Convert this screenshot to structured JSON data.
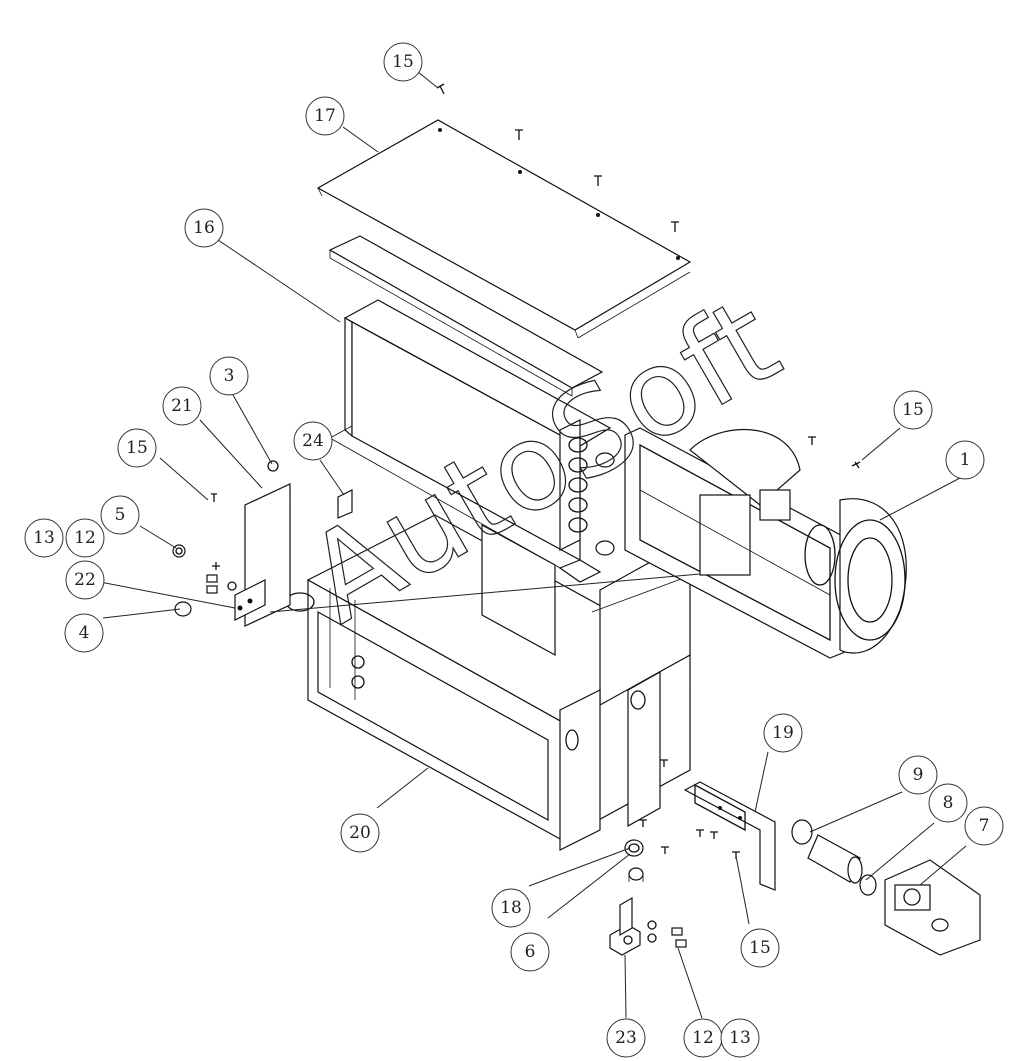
{
  "watermark": "AutoSoft",
  "callouts": [
    {
      "id": "c15a",
      "label": "15"
    },
    {
      "id": "c17",
      "label": "17"
    },
    {
      "id": "c16",
      "label": "16"
    },
    {
      "id": "c3",
      "label": "3"
    },
    {
      "id": "c21",
      "label": "21"
    },
    {
      "id": "c15b",
      "label": "15"
    },
    {
      "id": "c24",
      "label": "24"
    },
    {
      "id": "c15c",
      "label": "15"
    },
    {
      "id": "c1",
      "label": "1"
    },
    {
      "id": "c5",
      "label": "5"
    },
    {
      "id": "c13a",
      "label": "13"
    },
    {
      "id": "c12a",
      "label": "12"
    },
    {
      "id": "c22",
      "label": "22"
    },
    {
      "id": "c4",
      "label": "4"
    },
    {
      "id": "c19",
      "label": "19"
    },
    {
      "id": "c9",
      "label": "9"
    },
    {
      "id": "c8",
      "label": "8"
    },
    {
      "id": "c7",
      "label": "7"
    },
    {
      "id": "c20",
      "label": "20"
    },
    {
      "id": "c18",
      "label": "18"
    },
    {
      "id": "c6",
      "label": "6"
    },
    {
      "id": "c15d",
      "label": "15"
    },
    {
      "id": "c23",
      "label": "23"
    },
    {
      "id": "c12b",
      "label": "12"
    },
    {
      "id": "c13b",
      "label": "13"
    }
  ]
}
